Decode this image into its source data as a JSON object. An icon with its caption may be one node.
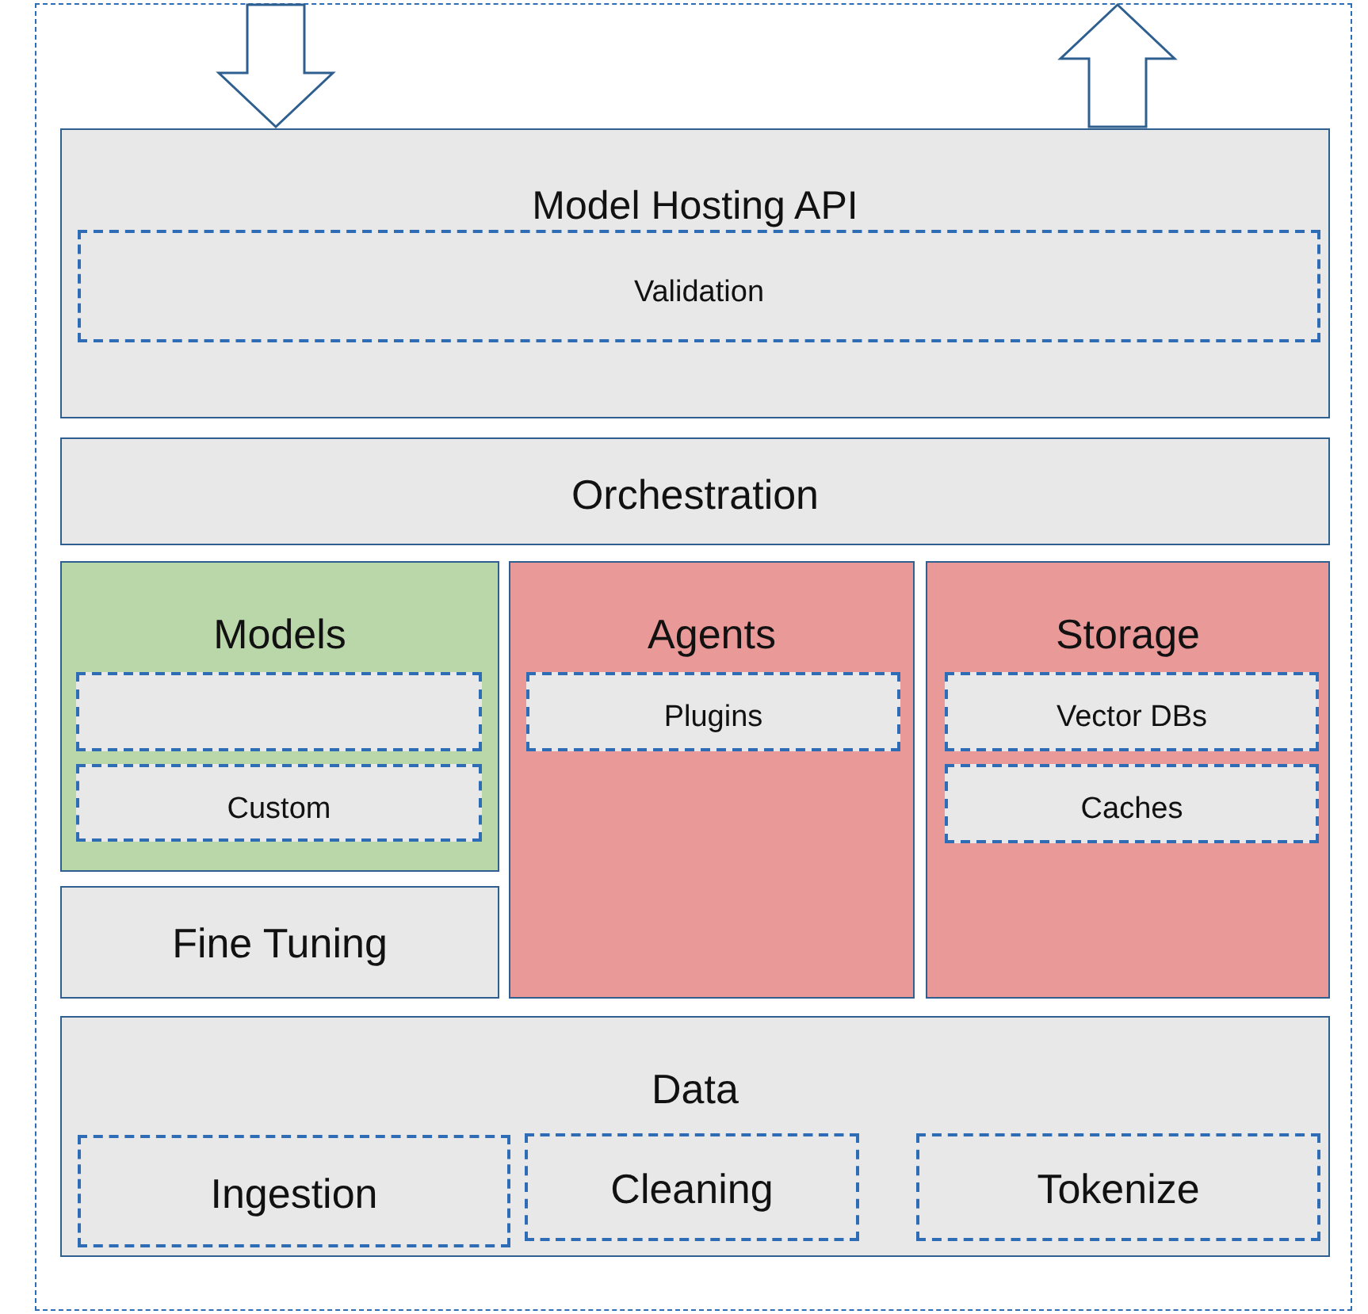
{
  "diagram": {
    "nodes": [
      {
        "text": [],
        "shape": "box"
      },
      {
        "text": [
          "Model Hosting API"
        ],
        "in": 0
      },
      {
        "text": [
          "Validation"
        ],
        "in": 1
      },
      {
        "text": [
          "Orchestration"
        ],
        "in": 0
      },
      {
        "text": [
          "Models"
        ],
        "in": 0
      },
      {
        "text": [],
        "shape": "box",
        "in": 4
      },
      {
        "text": [
          "Custom"
        ],
        "in": 4
      },
      {
        "text": [
          "Agents"
        ],
        "in": 0
      },
      {
        "text": [
          "Plugins"
        ],
        "in": 7
      },
      {
        "text": [
          "Storage"
        ],
        "in": 0
      },
      {
        "text": [
          "Vector DBs"
        ],
        "in": 9
      },
      {
        "text": [
          "Caches"
        ],
        "in": 9
      },
      {
        "text": [
          "Fine Tuning"
        ],
        "in": 0
      },
      {
        "text": [
          "Data"
        ],
        "in": 0
      },
      {
        "text": [
          "Ingestion"
        ],
        "in": 13
      },
      {
        "text": [
          "Cleaning"
        ],
        "in": 13
      },
      {
        "text": [
          "Tokenize"
        ],
        "in": 13
      }
    ],
    "edges": [
      {
        "from": null,
        "to": 1,
        "arrow": "to"
      },
      {
        "from": 1,
        "to": null,
        "arrow": "to"
      }
    ]
  }
}
